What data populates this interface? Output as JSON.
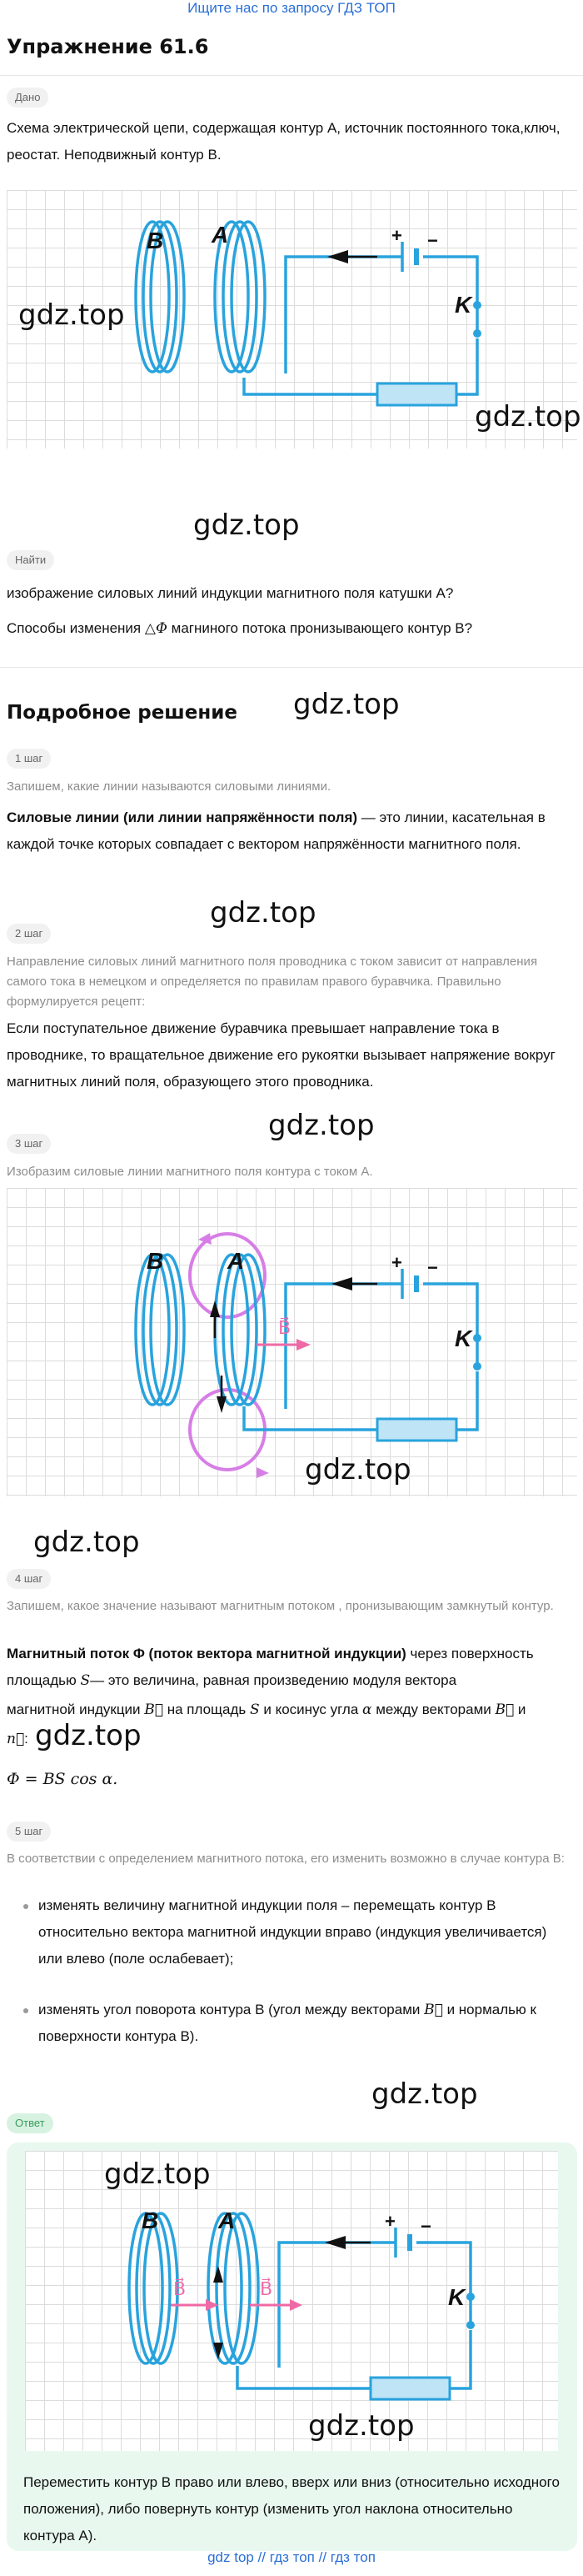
{
  "banner": "Ищите нас по запросу ГДЗ ТОП",
  "title": "Упражнение 61.6",
  "given": {
    "label": "Дано",
    "text": "Схема электрической цепи, содержащая контур A, источник постоянного тока,ключ, реостат. Неподвижный контур B."
  },
  "find": {
    "label": "Найти",
    "q1": "изображение силовых линий индукции магнитного поля катушки A?",
    "q2_pre": "Способы изменения",
    "q2_sym": "△Φ",
    "q2_post": "магниного потока пронизывающего контур B?"
  },
  "solution_title": "Подробное решение",
  "steps": [
    {
      "label": "1 шаг",
      "note": "Запишем, какие линии называются силовыми линиями.",
      "bold": "Силовые линии (или линии напряжённости поля)",
      "text": " — это линии, касательная в каждой точке которых совпадает с вектором напряжённости магнитного поля."
    },
    {
      "label": "2 шаг",
      "note": "Направление силовых линий магнитного поля проводника с током зависит от направления самого тока в немецком и определяется по правилам правого буравчика. Правильно формулируется рецепт:",
      "text": "Если поступательное движение буравчика превышает направление тока в проводнике, то вращательное движение его рукоятки вызывает напряжение вокруг магнитных линий поля, образующего этого проводника."
    },
    {
      "label": "3 шаг",
      "note": "Изобразим силовые линии магнитного поля контура с током A."
    },
    {
      "label": "4 шаг",
      "note": "Запишем, какое значение называют магнитным потоком , пронизывающим замкнутый контур.",
      "bold": "Магнитный поток Φ (поток вектора магнитной индукции)",
      "t1": " через поверхность",
      "t2": "площадью ",
      "S": "S",
      "t3": "— это величина, равная произведению модуля вектора",
      "t4": "магнитной индукции ",
      "B": "B⃗",
      "t5": " на площадь ",
      "t6": " и косинус угла ",
      "alpha": "α",
      "t7": " между векторами ",
      "t8": " и",
      "n": "n⃗",
      "formula": "Φ = BS cos α."
    },
    {
      "label": "5 шаг",
      "note": "В соответствии с определением магнитного потока, его изменить возможно в случае контура B:",
      "bullet1": "изменять величину магнитной индукции поля – перемещать контур B относительно вектора магнитной индукции вправо (индукция увеличивается) или влево (поле ослабевает);",
      "bullet2_pre": "изменять угол поворота контура B (угол между векторами ",
      "bullet2_B": "B⃗",
      "bullet2_post": " и нормалью к поверхности контура B)."
    }
  ],
  "answer": {
    "label": "Ответ",
    "text": "Переместить контур B право или влево, вверх или вниз (относительно исходного положения), либо повернуть контур (изменить угол наклона относительно контура A)."
  },
  "diagram": {
    "label_B": "B",
    "label_A": "A",
    "label_K": "K",
    "plus": "+",
    "minus": "−",
    "vec_B": "B⃗"
  },
  "watermark": "gdz.top",
  "footer": "gdz top  //  гдз топ  //  гдз топ",
  "colors": {
    "wire": "#29a3dd",
    "field_line": "#d77ee6",
    "vector": "#ee6aa6",
    "rheostat": "#bfe4f6",
    "link": "#2a6fd6"
  }
}
